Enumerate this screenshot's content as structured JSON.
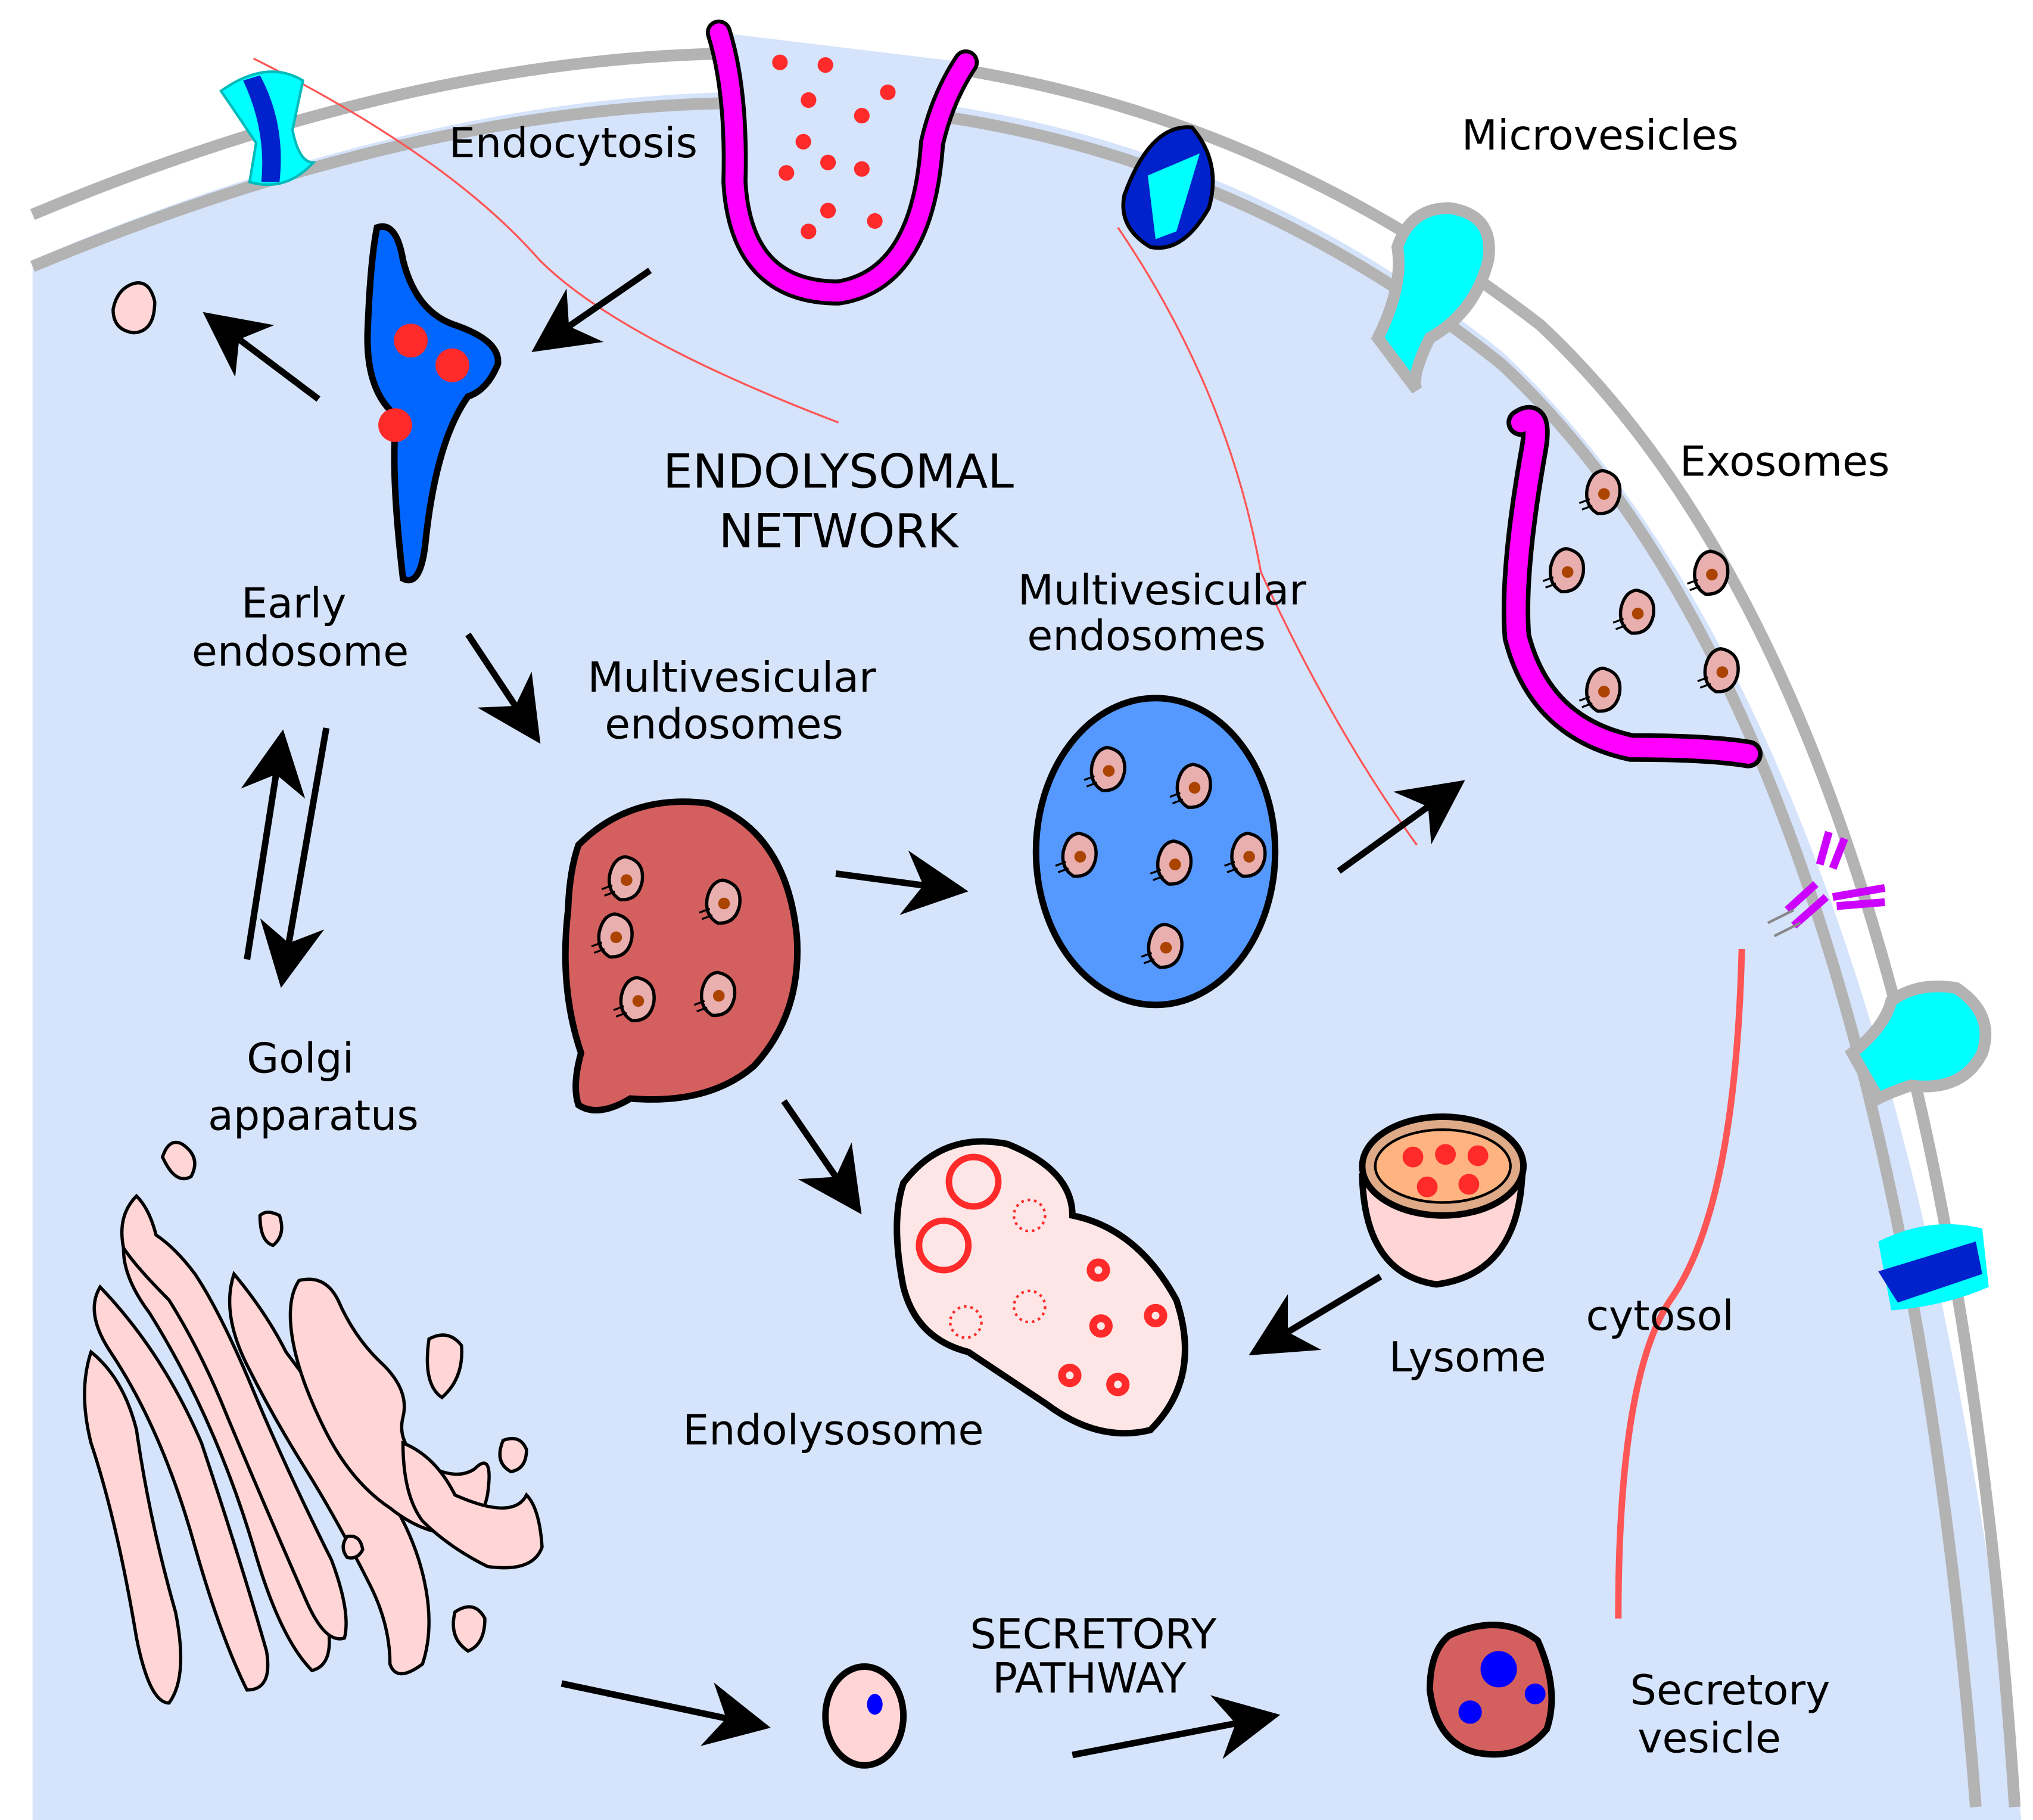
{
  "diagram": {
    "labels": {
      "endocytosis": "Endocytosis",
      "microvesicles": "Microvesicles",
      "exosomes": "Exosomes",
      "network_line1": "ENDOLYSOMAL",
      "network_line2": "NETWORK",
      "early_line1": "Early",
      "early_line2": "endosome",
      "mve1_line1": "Multivesicular",
      "mve1_line2": "endosomes",
      "mve2_line1": "Multivesicular",
      "mve2_line2": "endosomes",
      "golgi_line1": "Golgi",
      "golgi_line2": "apparatus",
      "endolysosome": "Endolysosome",
      "lysome": "Lysome",
      "cytosol": "cytosol",
      "secretory_line1": "SECRETORY",
      "secretory_line2": "PATHWAY",
      "vesicle_line1": "Secretory",
      "vesicle_line2": "vesicle"
    },
    "colors": {
      "cytosol": "#d5e3fb",
      "membrane": "#b3b3b3",
      "early_endosome": "#0066ff",
      "mve_red": "#d35f5f",
      "mve_blue": "#5599ff",
      "cargo": "#ff2a2a",
      "endocytic_pit": "#ff00ff",
      "channel_cyan": "#00ffff",
      "channel_dark": "#0022cc",
      "golgi": "#ffd5d5",
      "exosome": "#e9afaf",
      "exosome_core": "#aa4400",
      "lysosome_outer": "#deaa87",
      "lysosome_inner": "#ffb380",
      "receptor": "#cc00ff",
      "cytoskeleton": "#ff5555"
    }
  }
}
